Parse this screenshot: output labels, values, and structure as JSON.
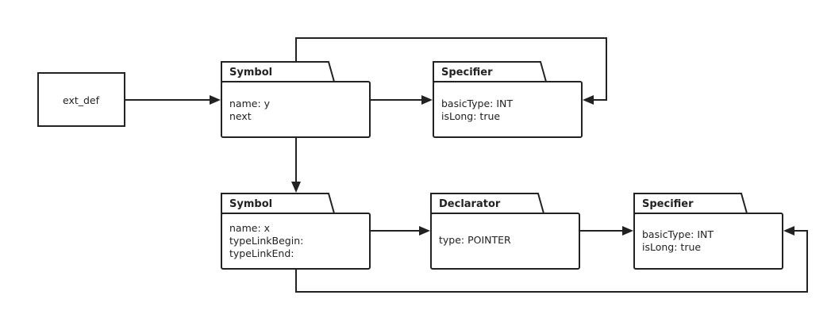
{
  "ext_def": {
    "label": "ext_def"
  },
  "symbol_y": {
    "title": "Symbol",
    "lines": [
      "name: y",
      "next"
    ]
  },
  "specifier_1": {
    "title": "Specifier",
    "lines": [
      "basicType: INT",
      "isLong: true"
    ]
  },
  "symbol_x": {
    "title": "Symbol",
    "lines": [
      "name: x",
      "typeLinkBegin:",
      "typeLinkEnd:"
    ]
  },
  "declarator": {
    "title": "Declarator",
    "lines": [
      "type: POINTER"
    ]
  },
  "specifier_2": {
    "title": "Specifier",
    "lines": [
      "basicType: INT",
      "isLong: true"
    ]
  }
}
